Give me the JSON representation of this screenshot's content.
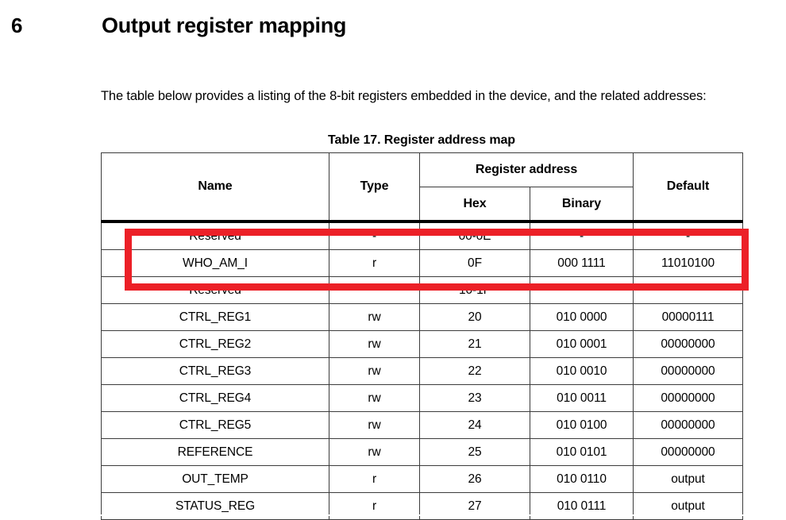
{
  "document": {
    "section_number": "6",
    "section_title": "Output register mapping",
    "intro_paragraph": "The table below provides a listing of the 8-bit registers embedded in the device, and the related addresses:",
    "table_caption": "Table 17. Register address map"
  },
  "highlight": {
    "color": "#EC2027",
    "target_row": "WHO_AM_I",
    "note": "red rectangle annotation spanning the Reserved 00-0E, WHO_AM_I and Reserved 10-1F rows"
  },
  "table": {
    "headers": {
      "name": "Name",
      "type": "Type",
      "register_address": "Register address",
      "hex": "Hex",
      "binary": "Binary",
      "default": "Default"
    },
    "rows": [
      {
        "name": "Reserved",
        "type": "-",
        "hex": "00-0E",
        "binary": "-",
        "default": "-"
      },
      {
        "name": "WHO_AM_I",
        "type": "r",
        "hex": "0F",
        "binary": "000 1111",
        "default": "11010100"
      },
      {
        "name": "Reserved",
        "type": "",
        "hex": "10-1F",
        "binary": "",
        "default": ""
      },
      {
        "name": "CTRL_REG1",
        "type": "rw",
        "hex": "20",
        "binary": "010 0000",
        "default": "00000111"
      },
      {
        "name": "CTRL_REG2",
        "type": "rw",
        "hex": "21",
        "binary": "010 0001",
        "default": "00000000"
      },
      {
        "name": "CTRL_REG3",
        "type": "rw",
        "hex": "22",
        "binary": "010 0010",
        "default": "00000000"
      },
      {
        "name": "CTRL_REG4",
        "type": "rw",
        "hex": "23",
        "binary": "010 0011",
        "default": "00000000"
      },
      {
        "name": "CTRL_REG5",
        "type": "rw",
        "hex": "24",
        "binary": "010 0100",
        "default": "00000000"
      },
      {
        "name": "REFERENCE",
        "type": "rw",
        "hex": "25",
        "binary": "010 0101",
        "default": "00000000"
      },
      {
        "name": "OUT_TEMP",
        "type": "r",
        "hex": "26",
        "binary": "010 0110",
        "default": "output"
      },
      {
        "name": "STATUS_REG",
        "type": "r",
        "hex": "27",
        "binary": "010 0111",
        "default": "output"
      }
    ]
  }
}
